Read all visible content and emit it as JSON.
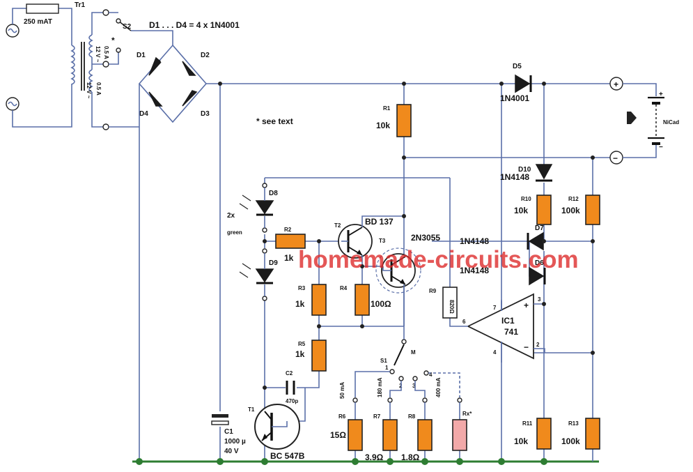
{
  "watermark": "homemade-circuits.com",
  "header": {
    "diode_note": "D1 . . . D4 = 4 x 1N4001",
    "see_text": "* see text",
    "fuse": "250 mAT"
  },
  "transformer": {
    "ref": "Tr1",
    "sec_top": "12 V ~",
    "sec_top_cur": "0.5 A",
    "sec_bot": "12 V ~",
    "sec_bot_cur": "0.5 A",
    "switch": "S2"
  },
  "bridge": {
    "d1": "D1",
    "d2": "D2",
    "d3": "D3",
    "d4": "D4"
  },
  "components": {
    "d5": "D5",
    "d5_type": "1N4001",
    "r1": "R1",
    "r1_val": "10k",
    "d10": "D10",
    "d10_type": "1N4148",
    "r10": "R10",
    "r10_val": "10k",
    "r12": "R12",
    "r12_val": "100k",
    "d7": "D7",
    "d7_type": "1N4148",
    "d6": "D6",
    "d6_type": "1N4148",
    "r11": "R11",
    "r11_val": "10k",
    "r13": "R13",
    "r13_val": "100k",
    "ic1": "IC1",
    "ic1_type": "741",
    "r9": "R9",
    "r9_val": "820Ω",
    "d8": "D8",
    "d9": "D9",
    "led_note": "2x",
    "led_color": "green",
    "r2": "R2",
    "r2_val": "1k",
    "r3": "R3",
    "r3_val": "1k",
    "r4": "R4",
    "r4_val": "100Ω",
    "r5": "R5",
    "r5_val": "1k",
    "c2": "C2",
    "c2_val": "470p",
    "t1": "T1",
    "t1_type": "BC 547B",
    "t2": "T2",
    "t2_type": "BD 137",
    "t3": "T3",
    "t3_type": "2N3055",
    "c1": "C1",
    "c1_val": "1000 µ",
    "c1_volt": "40 V",
    "s1": "S1",
    "s1_m": "M",
    "r6": "R6",
    "r6_val": "15Ω",
    "r6_cur": "50 mA",
    "r7": "R7",
    "r7_val": "3.9Ω",
    "r7_cur": "180 mA",
    "r8": "R8",
    "r8_val": "1.8Ω",
    "r8_cur": "400 mA",
    "rx": "Rx*"
  },
  "pins": {
    "p7": "7",
    "p3": "3",
    "p6": "6",
    "p2": "2",
    "p4": "4",
    "s1": "1",
    "s2": "2",
    "s3": "3",
    "s4": "4"
  },
  "battery": {
    "label": "NiCad",
    "plus": "+",
    "minus": "−",
    "term_plus": "+",
    "term_minus": "−"
  },
  "colors": {
    "wire": "#5a6fa8",
    "resistor": "#f08a1c",
    "rx": "#f2a9a9",
    "watermark": "#dc2828"
  }
}
